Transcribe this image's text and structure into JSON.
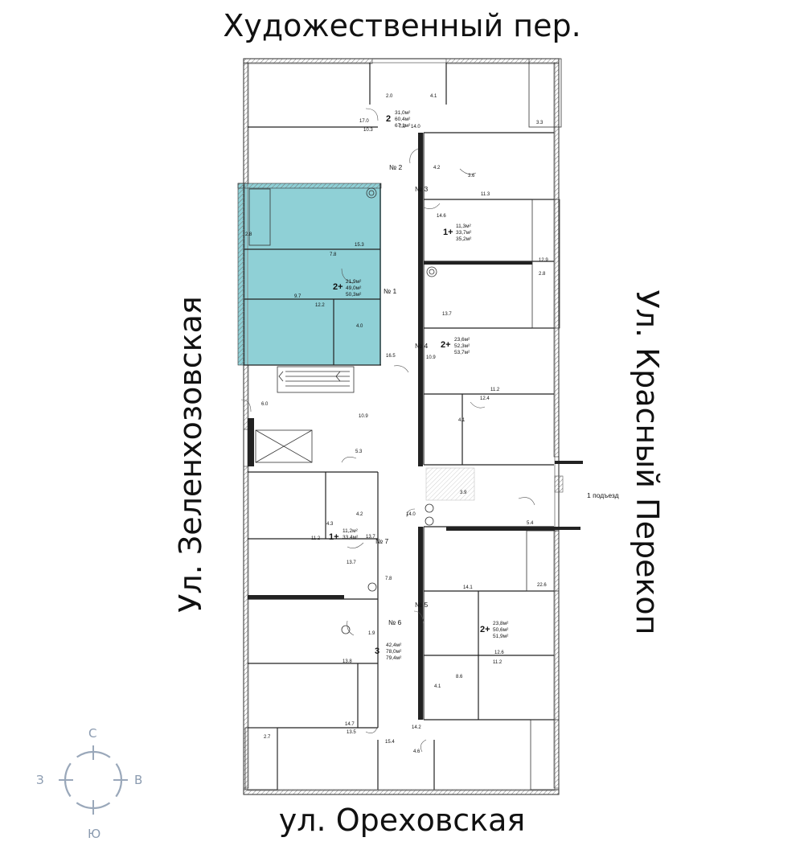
{
  "streets": {
    "top": "Художественный пер.",
    "bottom": "ул. Ореховская",
    "left": "Ул. Зеленхозовская",
    "right": "Ул. Красный Перекоп"
  },
  "highlight_color": "#8fd0d6",
  "entrance_label": "1 подъезд",
  "compass": {
    "n": "С",
    "s": "Ю",
    "w": "З",
    "e": "В"
  },
  "apartments": [
    {
      "id": "№ 1",
      "rooms": "2+",
      "areas": [
        "21,9м²",
        "49,0м²",
        "50,3м²"
      ],
      "highlighted": true
    },
    {
      "id": "№ 2",
      "rooms": "2",
      "areas": [
        "31,0м²",
        "60,4м²",
        "67,1м²"
      ],
      "highlighted": false
    },
    {
      "id": "№ 3",
      "rooms": "1+",
      "areas": [
        "11,3м²",
        "33,7м²",
        "35,2м²"
      ],
      "highlighted": false
    },
    {
      "id": "№ 4",
      "rooms": "2+",
      "areas": [
        "23,6м²",
        "52,3м²",
        "53,7м²"
      ],
      "highlighted": false
    },
    {
      "id": "№ 5",
      "rooms": "2+",
      "areas": [
        "23,8м²",
        "50,6м²",
        "51,9м²"
      ],
      "highlighted": false
    },
    {
      "id": "№ 6",
      "rooms": "3",
      "areas": [
        "42,4м²",
        "78,0м²",
        "79,4м²"
      ],
      "highlighted": false
    },
    {
      "id": "№ 7",
      "rooms": "1+",
      "areas": [
        "11,2м²",
        "33,4м²",
        ""
      ],
      "highlighted": false
    }
  ],
  "room_areas": [
    "2.0",
    "4.1",
    "17.0",
    "10.3",
    "7.0",
    "14.0",
    "4.2",
    "3.6",
    "11.3",
    "14.6",
    "2.8",
    "15.3",
    "7.8",
    "9.7",
    "12.2",
    "4.0",
    "13.7",
    "10.9",
    "16.5",
    "11.2",
    "12.4",
    "4.1",
    "6.0",
    "10.9",
    "5.3",
    "3.9",
    "4.3",
    "4.2",
    "14.0",
    "11.2",
    "5.4",
    "13.7",
    "7.8",
    "14.1",
    "22.6",
    "1.9",
    "13.8",
    "12.6",
    "11.2",
    "8.6",
    "4.1",
    "14.7",
    "13.5",
    "14.2",
    "15.4",
    "4.6",
    "2.7",
    "12.9",
    "2.8",
    "3.3",
    "13.7"
  ]
}
